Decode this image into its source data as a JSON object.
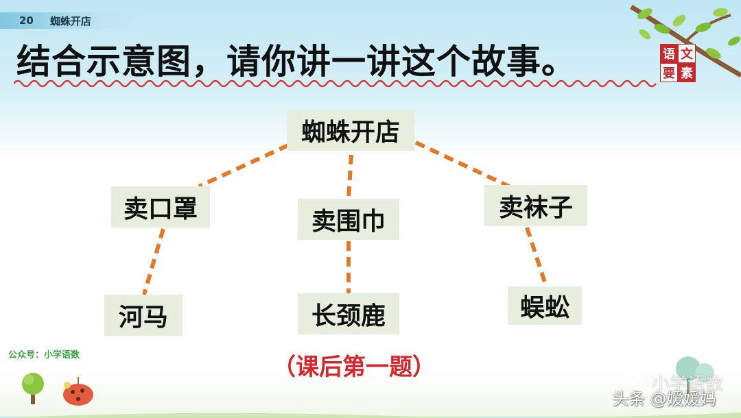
{
  "header": {
    "lesson_number": "20",
    "lesson_title": "蜘蛛开店",
    "heading": "结合示意图，请你讲一讲这个故事。"
  },
  "seal": {
    "chars": [
      "语",
      "文",
      "要",
      "素"
    ]
  },
  "diagram": {
    "root": "蜘蛛开店",
    "branches": [
      "卖口罩",
      "卖围巾",
      "卖袜子"
    ],
    "leaves": [
      "河马",
      "长颈鹿",
      "蜈蚣"
    ]
  },
  "caption": "（课后第一题）",
  "footer": {
    "wechat_account": "公众号：小学语数",
    "watermark_faint": "小学语数",
    "watermark_main": "头条 @嫒嫒妈"
  },
  "colors": {
    "connector": "#e07a25",
    "node_fill": "#e7eedd",
    "caption_red": "#d4262c",
    "seal_red": "#c8262b"
  }
}
